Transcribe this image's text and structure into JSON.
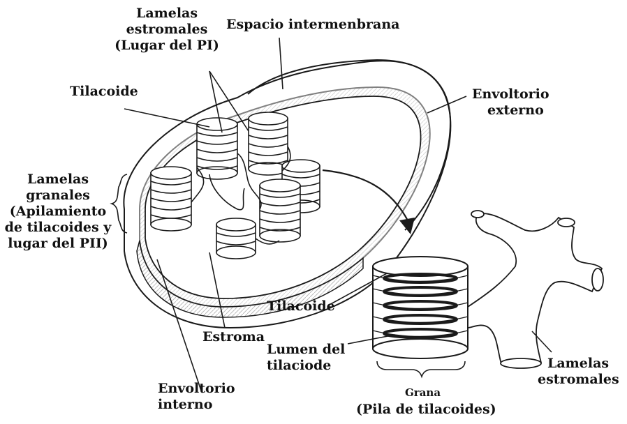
{
  "labels": {
    "lamelas_estromales_top": [
      "Lamelas",
      "estromales",
      "(Lugar del PI)"
    ],
    "espacio_intermembrana": "Espacio intermenbrana",
    "tilacoide_top": "Tilacoide",
    "envoltorio_externo": [
      "Envoltorio",
      "externo"
    ],
    "lamelas_granales": [
      "Lamelas",
      "granales",
      "(Apilamiento",
      "de tilacoides y",
      "lugar del PII)"
    ],
    "tilacoide_bottom": "Tilacoide",
    "estroma": "Estroma",
    "lumen": [
      "Lumen del",
      "tilaciode"
    ],
    "envoltorio_interno": [
      "Envoltorio",
      "interno"
    ],
    "grana": "Grana",
    "pila": "(Pila de tilacoides)",
    "lamelas_estromales_bottom": [
      "Lamelas",
      "estromales"
    ]
  },
  "colors": {
    "line": "#1a1a1a",
    "fill": "#ffffff",
    "shade": "#d9d9d9"
  }
}
